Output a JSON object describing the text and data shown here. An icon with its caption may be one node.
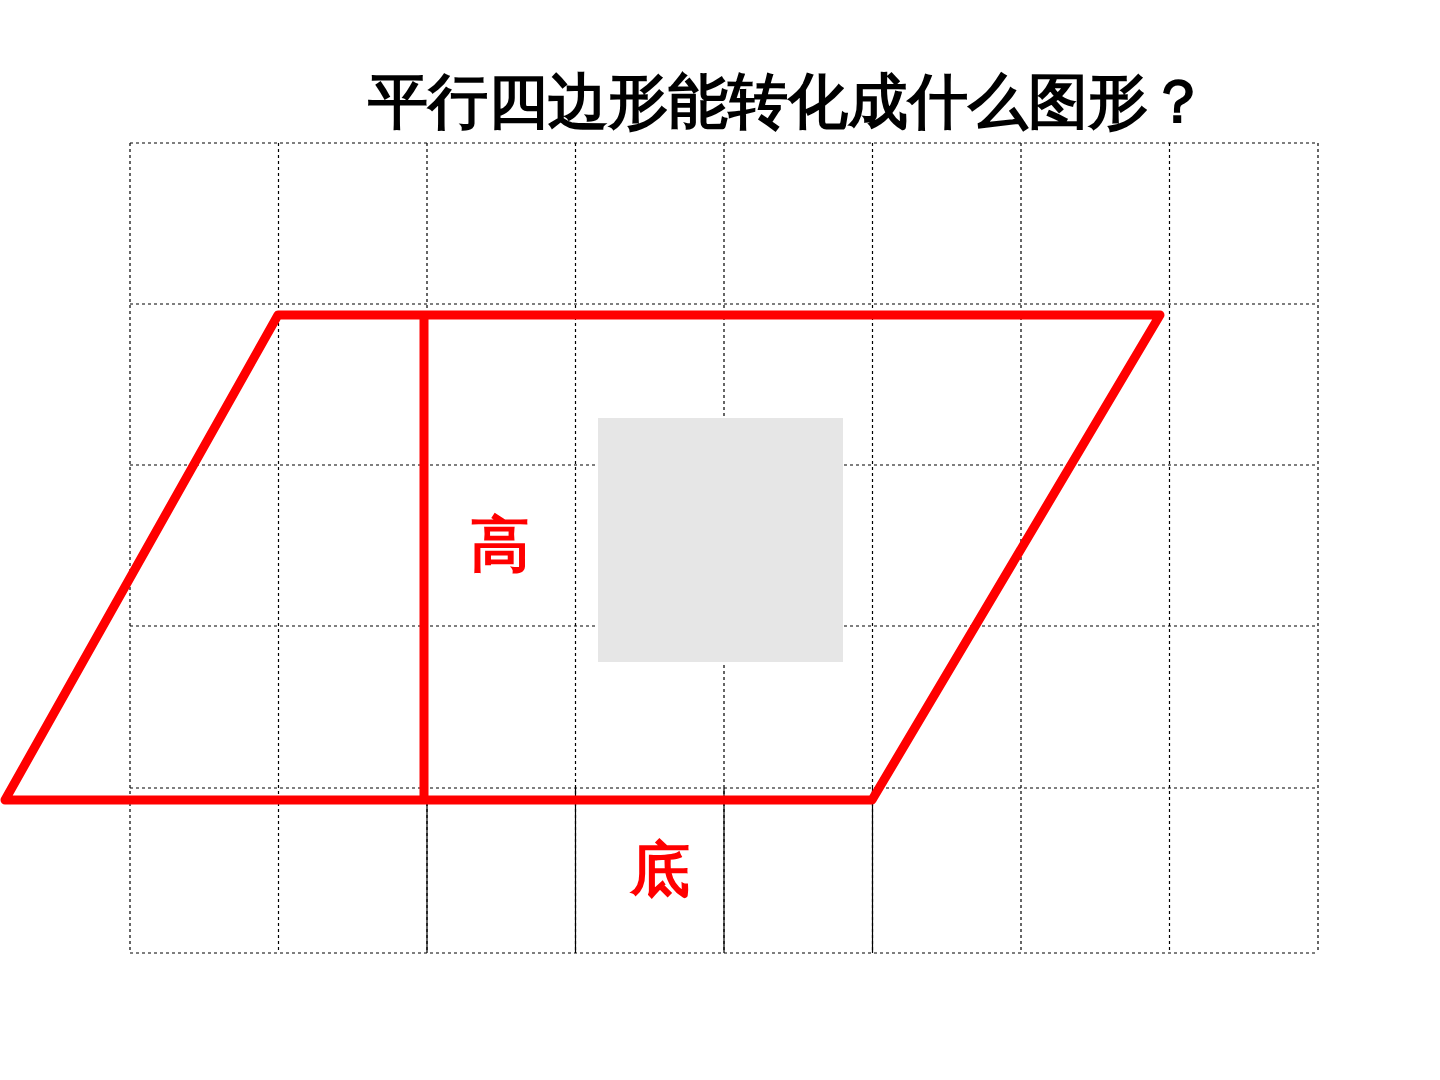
{
  "diagram": {
    "title": "平行四边形能转化成什么图形？",
    "nodes": [
      {
        "text": [],
        "shape": "box"
      }
    ],
    "labels": [
      "高",
      "底"
    ]
  }
}
